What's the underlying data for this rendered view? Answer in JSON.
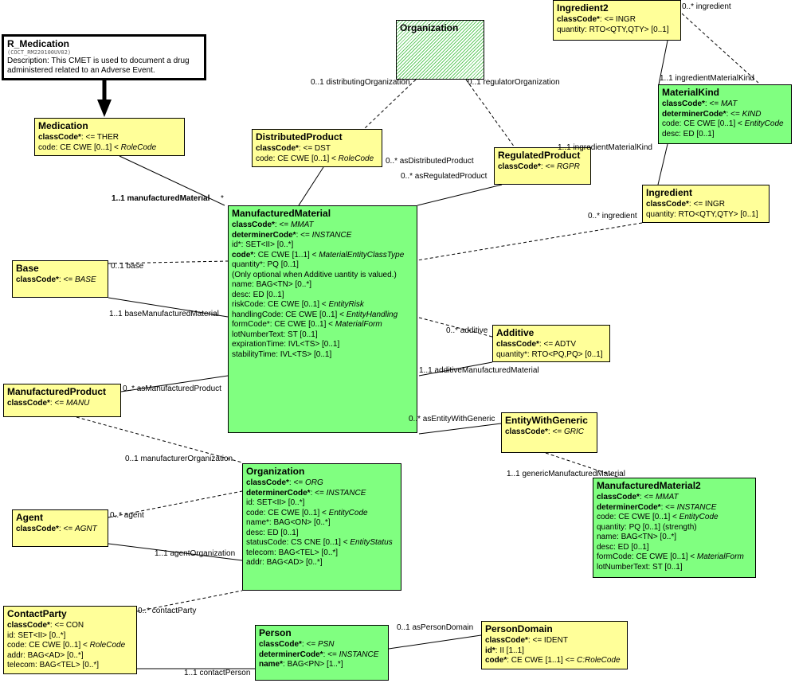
{
  "header": {
    "title": "R_Medication",
    "id": "(COCT_RM220100UV02)",
    "description": "Description:  This CMET is used to document a drug administered related to an Adverse Event."
  },
  "classes": {
    "medication": {
      "title": "Medication",
      "attrs": [
        [
          {
            "t": "classCode*",
            "b": 1
          },
          {
            "t": ": <= THER"
          }
        ],
        [
          {
            "t": "code: CE CWE [0..1] < "
          },
          {
            "t": "RoleCode",
            "i": 1
          }
        ]
      ]
    },
    "distributedProduct": {
      "title": "DistributedProduct",
      "attrs": [
        [
          {
            "t": "classCode*",
            "b": 1
          },
          {
            "t": ": <= DST"
          }
        ],
        [
          {
            "t": "code: CE CWE [0..1] < "
          },
          {
            "t": "RoleCode",
            "i": 1
          }
        ]
      ]
    },
    "organizationTop": {
      "title": "Organization",
      "attrs": []
    },
    "regulatedProduct": {
      "title": "RegulatedProduct",
      "attrs": [
        [
          {
            "t": "classCode*",
            "b": 1
          },
          {
            "t": ": <= "
          },
          {
            "t": "RGPR",
            "i": 1
          }
        ]
      ]
    },
    "ingredient2": {
      "title": "Ingredient2",
      "attrs": [
        [
          {
            "t": "classCode*",
            "b": 1
          },
          {
            "t": ": <= INGR"
          }
        ],
        [
          {
            "t": "quantity: RTO<QTY,QTY> [0..1]"
          }
        ]
      ]
    },
    "materialKind": {
      "title": "MaterialKind",
      "attrs": [
        [
          {
            "t": "classCode*",
            "b": 1
          },
          {
            "t": ": <= "
          },
          {
            "t": "MAT",
            "i": 1
          }
        ],
        [
          {
            "t": "determinerCode*",
            "b": 1
          },
          {
            "t": ": <= "
          },
          {
            "t": "KIND",
            "i": 1
          }
        ],
        [
          {
            "t": "code: CE CWE [0..1] < "
          },
          {
            "t": "EntityCode",
            "i": 1
          }
        ],
        [
          {
            "t": "desc: ED [0..1]"
          }
        ]
      ]
    },
    "ingredient": {
      "title": "Ingredient",
      "attrs": [
        [
          {
            "t": "classCode*",
            "b": 1
          },
          {
            "t": ": <= INGR"
          }
        ],
        [
          {
            "t": "quantity: RTO<QTY,QTY> [0..1]"
          }
        ]
      ]
    },
    "manufacturedMaterial": {
      "title": "ManufacturedMaterial",
      "attrs": [
        [
          {
            "t": "classCode*",
            "b": 1
          },
          {
            "t": ": <= "
          },
          {
            "t": "MMAT",
            "i": 1
          }
        ],
        [
          {
            "t": "determinerCode*",
            "b": 1
          },
          {
            "t": ": <= "
          },
          {
            "t": "INSTANCE",
            "i": 1
          }
        ],
        [
          {
            "t": "id*: SET<II> [0..*]"
          }
        ],
        [
          {
            "t": "code*",
            "b": 1
          },
          {
            "t": ": CE CWE [1..1] < "
          },
          {
            "t": "MaterialEntityClassType",
            "i": 1
          }
        ],
        [
          {
            "t": "quantity*: PQ [0..1]"
          }
        ],
        [
          {
            "t": " (Only optional when Additive uantity is valued.)"
          }
        ],
        [
          {
            "t": "name: BAG<TN> [0..*]"
          }
        ],
        [
          {
            "t": "desc: ED [0..1]"
          }
        ],
        [
          {
            "t": "riskCode: CE CWE [0..1] < "
          },
          {
            "t": "EntityRisk",
            "i": 1
          }
        ],
        [
          {
            "t": "handlingCode: CE CWE [0..1] < "
          },
          {
            "t": "EntityHandling",
            "i": 1
          }
        ],
        [
          {
            "t": "formCode*: CE CWE [0..1] < "
          },
          {
            "t": "MaterialForm",
            "i": 1
          }
        ],
        [
          {
            "t": "lotNumberText: ST [0..1]"
          }
        ],
        [
          {
            "t": "expirationTime: IVL<TS> [0..1]"
          }
        ],
        [
          {
            "t": "stabilityTime: IVL<TS> [0..1]"
          }
        ]
      ]
    },
    "base": {
      "title": "Base",
      "attrs": [
        [
          {
            "t": "classCode*",
            "b": 1
          },
          {
            "t": ": <= "
          },
          {
            "t": "BASE",
            "i": 1
          }
        ]
      ]
    },
    "additive": {
      "title": "Additive",
      "attrs": [
        [
          {
            "t": "classCode*",
            "b": 1
          },
          {
            "t": ": <= ADTV"
          }
        ],
        [
          {
            "t": "quantity*: RTO<PQ,PQ> [0..1]"
          }
        ]
      ]
    },
    "manufacturedProduct": {
      "title": "ManufacturedProduct",
      "attrs": [
        [
          {
            "t": "classCode*",
            "b": 1
          },
          {
            "t": ": <= "
          },
          {
            "t": "MANU",
            "i": 1
          }
        ]
      ]
    },
    "entityWithGeneric": {
      "title": "EntityWithGeneric",
      "attrs": [
        [
          {
            "t": "classCode*",
            "b": 1
          },
          {
            "t": ": <= "
          },
          {
            "t": "GRIC",
            "i": 1
          }
        ]
      ]
    },
    "organization": {
      "title": "Organization",
      "attrs": [
        [
          {
            "t": "classCode*",
            "b": 1
          },
          {
            "t": ": <= "
          },
          {
            "t": "ORG",
            "i": 1
          }
        ],
        [
          {
            "t": "determinerCode*",
            "b": 1
          },
          {
            "t": ": <= "
          },
          {
            "t": "INSTANCE",
            "i": 1
          }
        ],
        [
          {
            "t": "id: SET<II> [0..*]"
          }
        ],
        [
          {
            "t": "code: CE CWE [0..1] < "
          },
          {
            "t": "EntityCode",
            "i": 1
          }
        ],
        [
          {
            "t": "name*: BAG<ON> [0..*]"
          }
        ],
        [
          {
            "t": "desc: ED [0..1]"
          }
        ],
        [
          {
            "t": "statusCode: CS CNE [0..1] < "
          },
          {
            "t": "EntityStatus",
            "i": 1
          }
        ],
        [
          {
            "t": "telecom: BAG<TEL> [0..*]"
          }
        ],
        [
          {
            "t": "addr: BAG<AD> [0..*]"
          }
        ]
      ]
    },
    "manufacturedMaterial2": {
      "title": "ManufacturedMaterial2",
      "attrs": [
        [
          {
            "t": "classCode*",
            "b": 1
          },
          {
            "t": ": <= "
          },
          {
            "t": "MMAT",
            "i": 1
          }
        ],
        [
          {
            "t": "determinerCode*",
            "b": 1
          },
          {
            "t": ": <= "
          },
          {
            "t": "INSTANCE",
            "i": 1
          }
        ],
        [
          {
            "t": "code: CE CWE [0..1] < "
          },
          {
            "t": "EntityCode",
            "i": 1
          }
        ],
        [
          {
            "t": "quantity: PQ [0..1] (strength)"
          }
        ],
        [
          {
            "t": "name: BAG<TN> [0..*]"
          }
        ],
        [
          {
            "t": "desc: ED [0..1]"
          }
        ],
        [
          {
            "t": "formCode: CE CWE [0..1] < "
          },
          {
            "t": "MaterialForm",
            "i": 1
          }
        ],
        [
          {
            "t": "lotNumberText: ST [0..1]"
          }
        ]
      ]
    },
    "agent": {
      "title": "Agent",
      "attrs": [
        [
          {
            "t": "classCode*",
            "b": 1
          },
          {
            "t": ": <= "
          },
          {
            "t": "AGNT",
            "i": 1
          }
        ]
      ]
    },
    "contactParty": {
      "title": "ContactParty",
      "attrs": [
        [
          {
            "t": "classCode*",
            "b": 1
          },
          {
            "t": ": <= CON"
          }
        ],
        [
          {
            "t": "id: SET<II> [0..*]"
          }
        ],
        [
          {
            "t": "code: CE CWE [0..1] < "
          },
          {
            "t": "RoleCode",
            "i": 1
          }
        ],
        [
          {
            "t": "addr: BAG<AD> [0..*]"
          }
        ],
        [
          {
            "t": "telecom: BAG<TEL> [0..*]"
          }
        ]
      ]
    },
    "person": {
      "title": "Person",
      "attrs": [
        [
          {
            "t": "classCode*",
            "b": 1
          },
          {
            "t": ": <= "
          },
          {
            "t": "PSN",
            "i": 1
          }
        ],
        [
          {
            "t": "determinerCode*",
            "b": 1
          },
          {
            "t": ": <= "
          },
          {
            "t": "INSTANCE",
            "i": 1
          }
        ],
        [
          {
            "t": "name*",
            "b": 1
          },
          {
            "t": ": BAG<PN> [1..*]"
          }
        ]
      ]
    },
    "personDomain": {
      "title": "PersonDomain",
      "attrs": [
        [
          {
            "t": "classCode*",
            "b": 1
          },
          {
            "t": ": <= IDENT"
          }
        ],
        [
          {
            "t": "id*",
            "b": 1
          },
          {
            "t": ": II [1..1]"
          }
        ],
        [
          {
            "t": "code*",
            "b": 1
          },
          {
            "t": ": CE CWE [1..1] <= "
          },
          {
            "t": "C:RoleCode",
            "i": 1
          }
        ]
      ]
    }
  },
  "labels": {
    "manufacturedMaterial": "1..1 manufacturedMaterial",
    "manufacturedMaterialStar": "*",
    "distributingOrganization": "0..1 distributingOrganization",
    "regulatorOrganization": "0..1 regulatorOrganization",
    "asDistributedProduct": "0..* asDistributedProduct",
    "asRegulatedProduct": "0..* asRegulatedProduct",
    "ingredient2": "0..* ingredient",
    "ingredientMaterialKind1": "1..1 ingredientMaterialKind",
    "ingredientMaterialKind2": "1..1 ingredientMaterialKind",
    "ingredient": "0..* ingredient",
    "base": "0..1 base",
    "baseManufacturedMaterial": "1..1 baseManufacturedMaterial",
    "additive": "0..* additive",
    "additiveManufacturedMaterial": "1..1 additiveManufacturedMaterial",
    "asManufacturedProduct": "0..* asManufacturedProduct",
    "asEntityWithGeneric": "0..* asEntityWithGeneric",
    "manufacturerOrganization": "0..1 manufacturerOrganization",
    "genericManufacturedMaterial": "1..1 genericManufacturedMaterial",
    "agent": "0..* agent",
    "agentOrganization": "1..1 agentOrganization",
    "contactParty": "0..* contactParty",
    "contactPerson": "1..1 contactPerson",
    "asPersonDomain": "0..1 asPersonDomain"
  }
}
